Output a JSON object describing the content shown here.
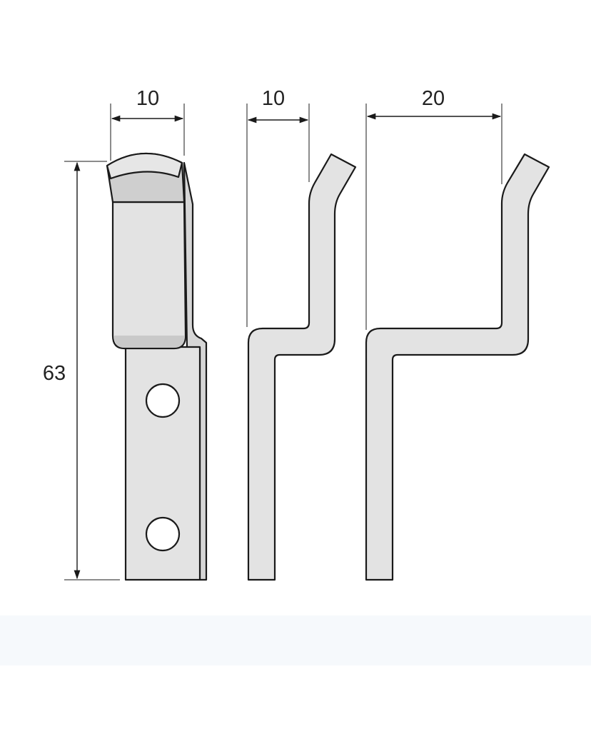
{
  "dimensions": {
    "plate_width": "10",
    "hook_offset_small": "10",
    "hook_offset_large": "20",
    "overall_length": "63"
  },
  "colors": {
    "part_fill": "#e3e3e3",
    "part_shade": "#c9c9c9",
    "outline": "#1a1a1a",
    "background": "#ffffff",
    "bottom_band": "#f6f9fc"
  }
}
